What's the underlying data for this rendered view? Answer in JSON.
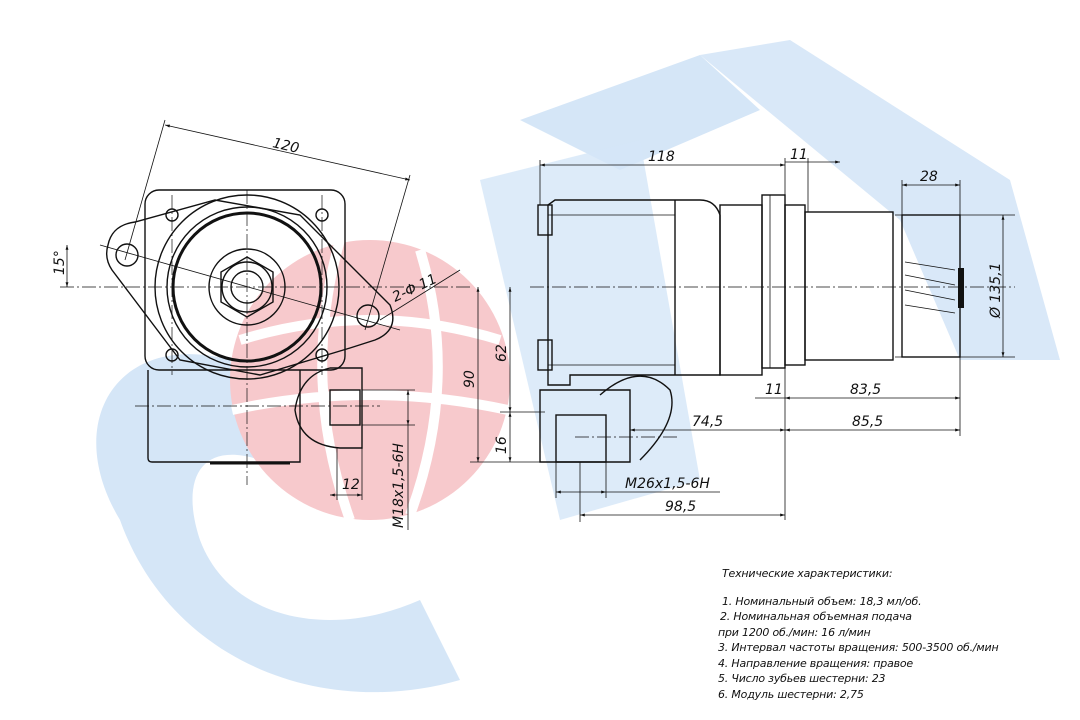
{
  "colors": {
    "watermark_blue": "#d5e6f7",
    "watermark_red": "#f7c9cc",
    "line": "#111111"
  },
  "left_view": {
    "dim_120": "120",
    "dim_15deg": "15°",
    "dim_holes": "2-Φ 11",
    "dim_12": "12",
    "dim_thread": "M18x1,5-6H",
    "dim_90": "90"
  },
  "side_view": {
    "dim_118": "118",
    "dim_11_top": "11",
    "dim_28": "28",
    "dim_diameter": "Ø 135,1",
    "dim_62": "62",
    "dim_16": "16",
    "dim_11_bottom": "11",
    "dim_83_5": "83,5",
    "dim_74_5": "74,5",
    "dim_85_5": "85,5",
    "dim_thread": "M26x1,5-6H",
    "dim_98_5": "98,5"
  },
  "specs": {
    "title": "Технические характеристики:",
    "lines": [
      "1. Номинальный объем: 18,3 мл/об.",
      "2. Номинальная объемная подача",
      "при 1200 об./мин: 16 л/мин",
      "3. Интервал частоты вращения: 500-3500 об./мин",
      "4. Направление вращения: правое",
      "5. Число зубьев шестерни: 23",
      "6. Модуль шестерни: 2,75"
    ]
  }
}
